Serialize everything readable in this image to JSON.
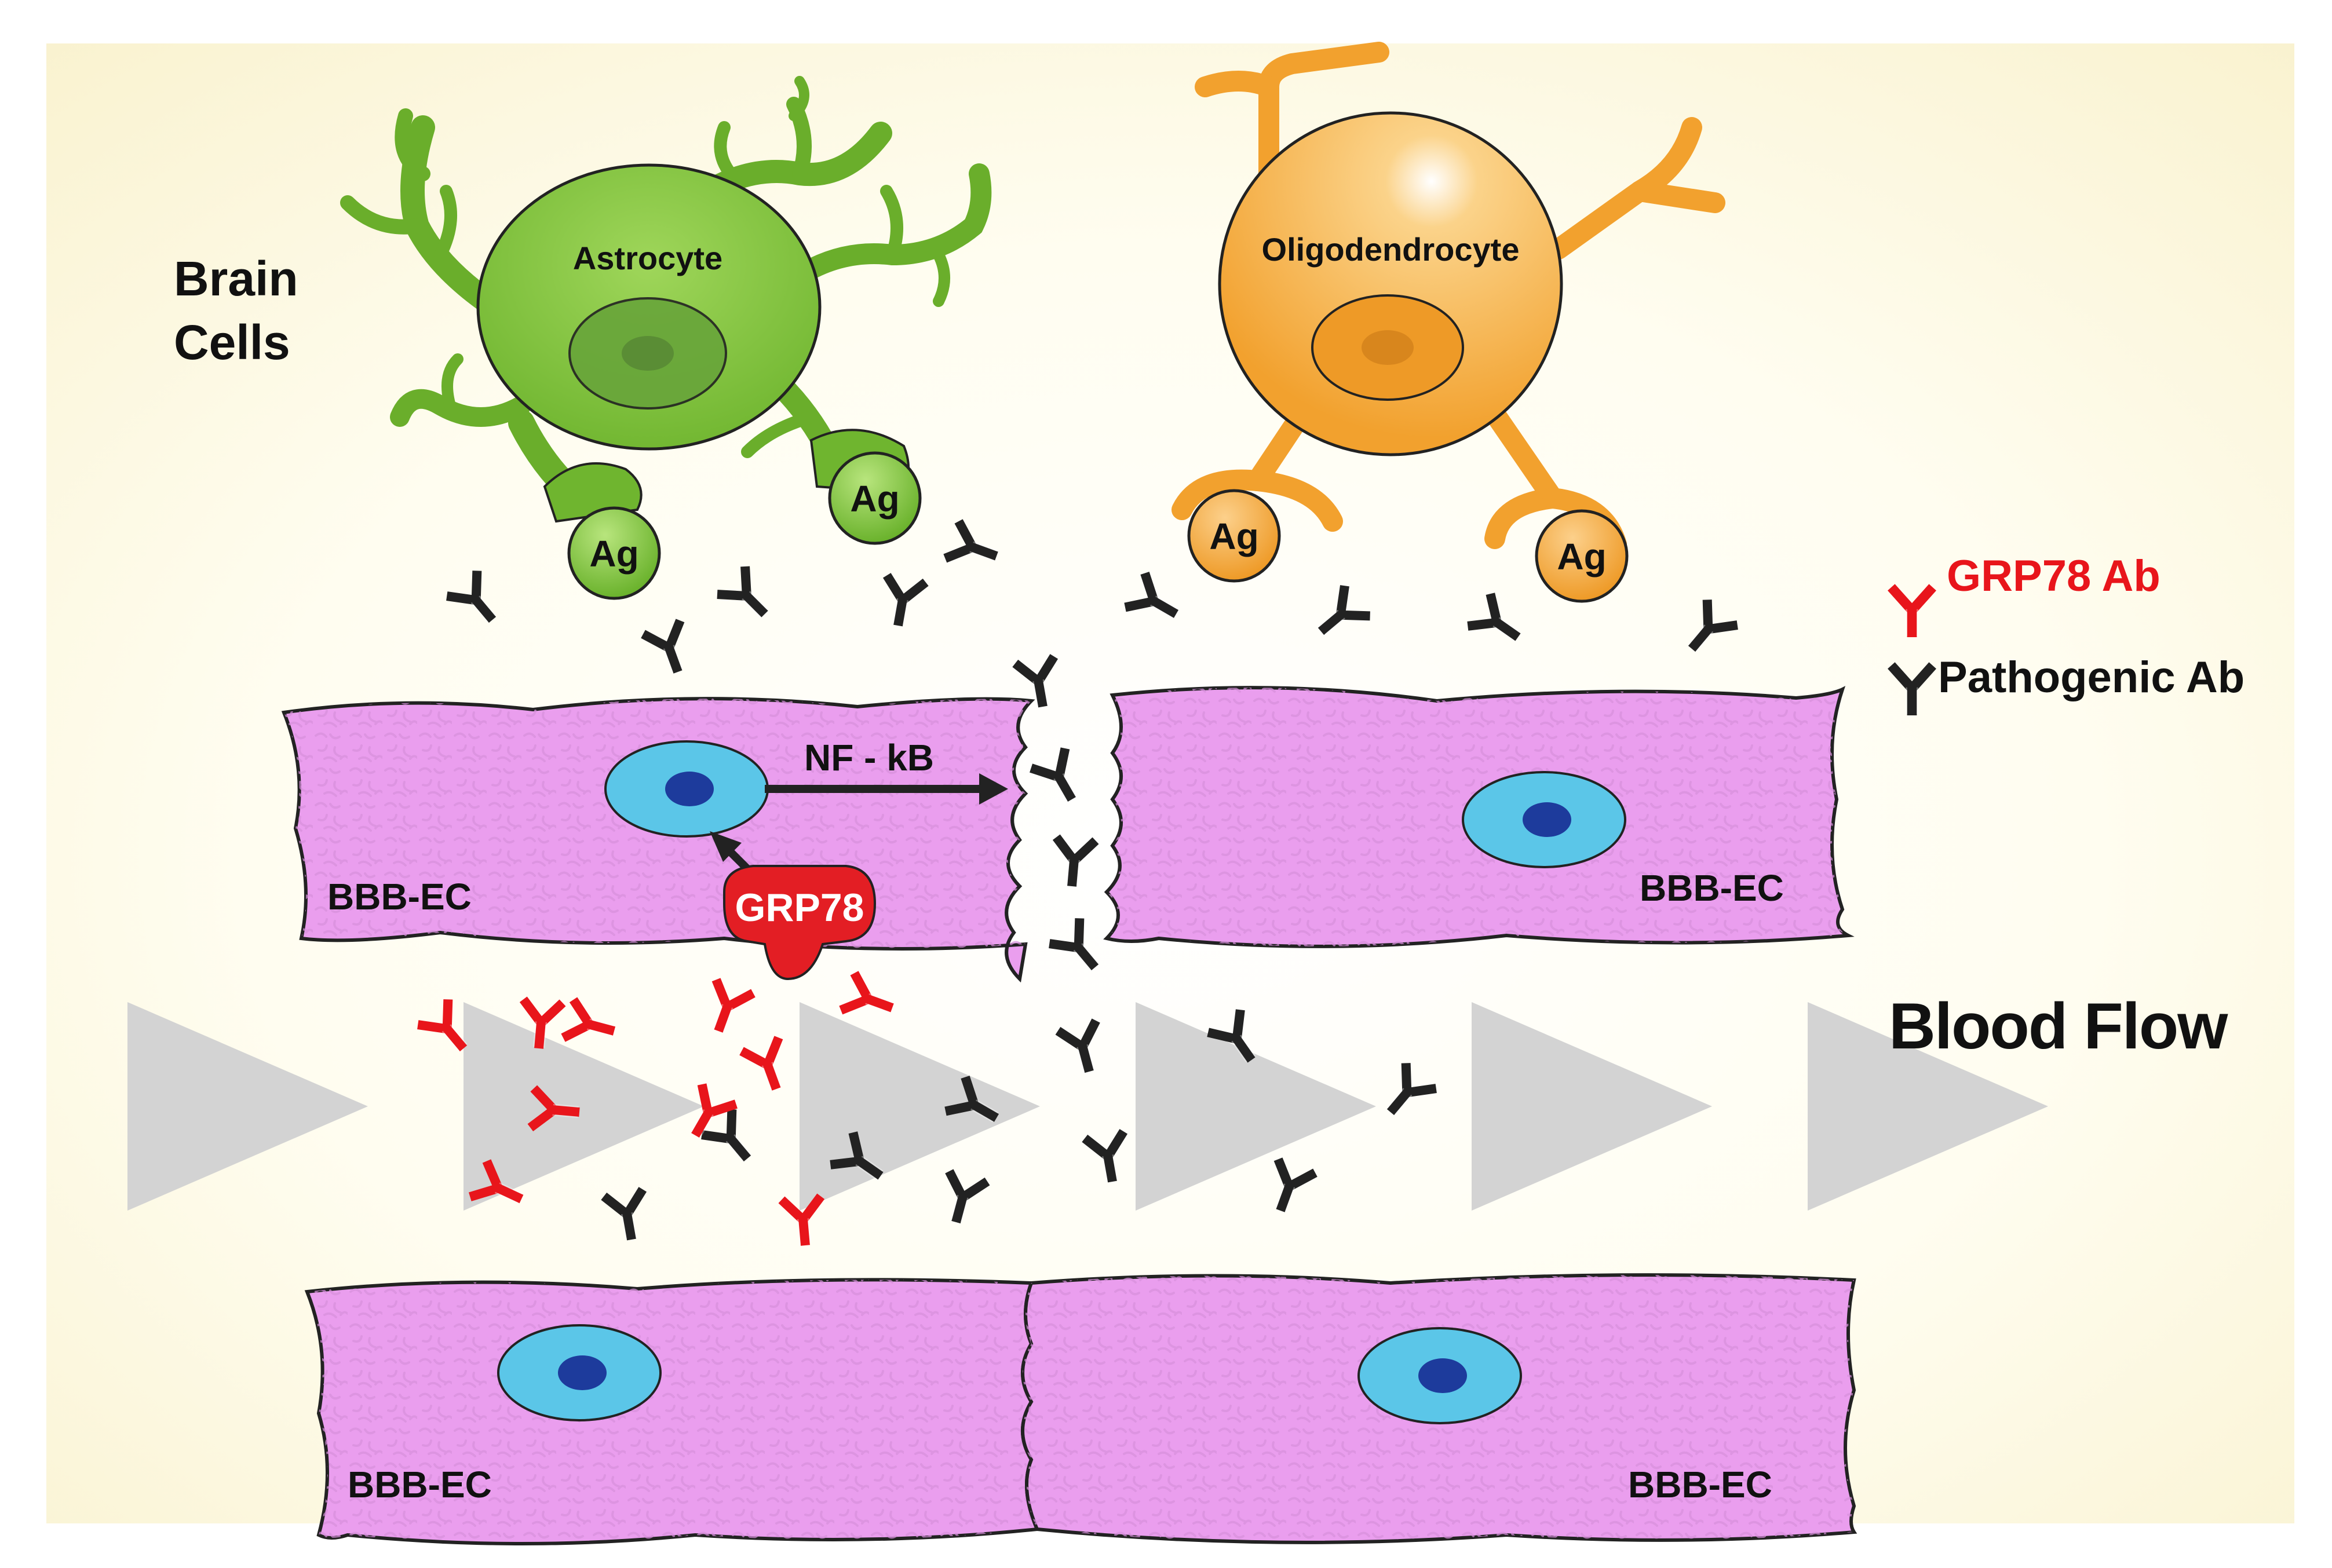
{
  "labels": {
    "brain_cells_line1": "Brain",
    "brain_cells_line2": "Cells",
    "astrocyte": "Astrocyte",
    "oligodendrocyte": "Oligodendrocyte",
    "antigen": "Ag",
    "nfkb": "NF - kB",
    "grp78": "GRP78",
    "bbb_ec": "BBB-EC",
    "blood_flow": "Blood Flow"
  },
  "legend": {
    "grp78_ab": "GRP78 Ab",
    "pathogenic_ab": "Pathogenic Ab"
  },
  "colors": {
    "background": "#fbf6d9",
    "astrocyte": "#7cc13b",
    "oligodendrocyte": "#f5a633",
    "endothelial": "#e9a4ec",
    "nucleus_outer": "#5bc6e8",
    "nucleus_inner": "#1d3b9c",
    "grp78_ab": "#e8151b",
    "pathogenic_ab": "#222222",
    "flow_arrow": "#d5d5d5"
  },
  "icons": [
    "antibody-icon",
    "arrow-icon",
    "flow-arrow-icon"
  ]
}
